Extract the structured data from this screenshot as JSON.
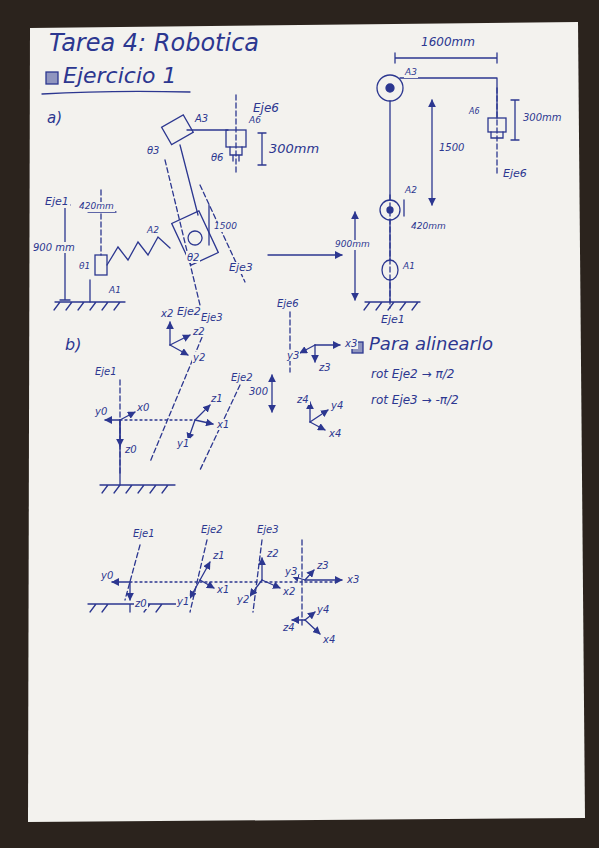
{
  "diagram": {
    "title": "Tarea 4: Robotica",
    "labels": [
      "Ejercicio 1",
      "a)",
      "Eje6",
      "300mm",
      "A3",
      "θ3",
      "A6",
      "θ6",
      "Eje1",
      "420mm",
      "900 mm",
      "A2",
      "θ2",
      "1500",
      "θ1",
      "A1",
      "Eje3",
      "Eje2",
      "1600mm",
      "A3",
      "A6",
      "300mm",
      "1500",
      "Eje6",
      "A2",
      "420mm",
      "900mm",
      "A1",
      "Eje1",
      "b)",
      "x2",
      "z2",
      "y2",
      "Eje3",
      "Eje6",
      "x3",
      "z3",
      "y3",
      "300",
      "z4",
      "y4",
      "x4",
      "Eje1",
      "Eje2",
      "z1",
      "x1",
      "y1",
      "y0",
      "x0",
      "z0",
      "Para alinearlo",
      "rot Eje2 → π/2",
      "rot Eje3 → -π/2",
      "Eje1",
      "Eje2",
      "Eje3",
      "y0",
      "z0",
      "z1",
      "y1",
      "x1",
      "z2",
      "x2",
      "y2",
      "y3",
      "z3",
      "x3",
      "y4",
      "z4",
      "x4"
    ]
  }
}
